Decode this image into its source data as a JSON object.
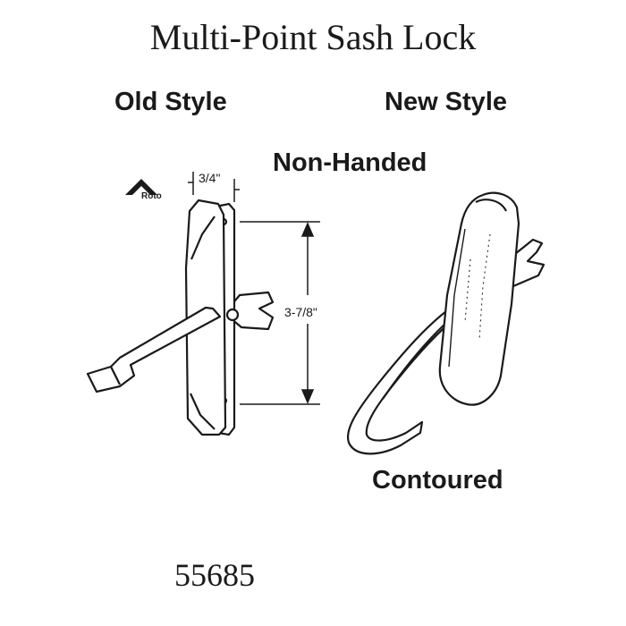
{
  "title": "Multi-Point Sash Lock",
  "labels": {
    "old_style": "Old Style",
    "new_style": "New Style",
    "non_handed": "Non-Handed",
    "contoured": "Contoured"
  },
  "dimensions": {
    "width": "3/4\"",
    "height": "3-7/8\""
  },
  "brand": "Roto",
  "part_number": "55685",
  "icons": [
    "roto-logo-icon",
    "old-style-lock-drawing",
    "new-style-lock-drawing"
  ]
}
